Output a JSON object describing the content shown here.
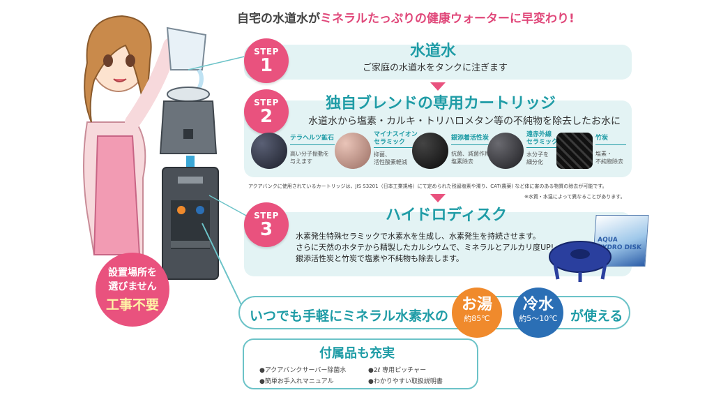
{
  "headline": {
    "prefix": "自宅の水道水が",
    "highlight": "ミネラルたっぷりの健康ウォーターに早変わり!"
  },
  "steps": [
    {
      "badge_label": "STEP",
      "badge_number": "1",
      "title": "水道水",
      "description": "ご家庭の水道水をタンクに注ぎます"
    },
    {
      "badge_label": "STEP",
      "badge_number": "2",
      "title": "独自ブレンドの専用カートリッジ",
      "description": "水道水から塩素・カルキ・トリハロメタン等の不純物を除去したお水に",
      "materials": [
        {
          "name": "テラヘルツ鉱石",
          "desc1": "高い分子振動を",
          "desc2": "与えます",
          "color": "#2b2f3d"
        },
        {
          "name": "マイナスイオン",
          "name2": "セラミック",
          "desc1": "抑菌、",
          "desc2": "活性酸素軽減",
          "color": "#c99a8e"
        },
        {
          "name": "銀添着活性炭",
          "desc1": "抗菌、減菌作用・",
          "desc2": "塩素除去",
          "color": "#1d1d1d"
        },
        {
          "name": "遠赤外線",
          "name2": "セラミックボール",
          "desc1": "水分子を",
          "desc2": "細分化",
          "color": "#3a3a3e"
        },
        {
          "name": "竹炭",
          "desc1": "塩素・",
          "desc2": "不純物除去",
          "color": "#222222"
        }
      ],
      "note": "アクアバンクに使用されているカートリッジは、JIS S3201（日本工業規格）にて定められた残留塩素や濁り、CAT(農薬) など体に害のある物質の除去が可能です。",
      "note2": "※水質・水温によって異なることがあります。"
    },
    {
      "badge_label": "STEP",
      "badge_number": "3",
      "title": "ハイドロディスク",
      "lines": [
        "水素発生特殊セラミックで水素水を生成し、水素発生を持続させます。",
        "さらに天然のホタテから精製したカルシウムで、ミネラルとアルカリ度UP!",
        "銀添活性炭と竹炭で塩素や不純物も除去します。"
      ],
      "product_box_text": "AQUA HYDRO DISK"
    }
  ],
  "install_badge": {
    "line1": "設置場所を",
    "line2": "選びません",
    "line3": "工事不要"
  },
  "bottom_bar": {
    "text_left": "いつでも手軽にミネラル水素水の",
    "hot": {
      "label": "お湯",
      "temp": "約85℃",
      "color": "#f08a2c"
    },
    "cold": {
      "label": "冷水",
      "temp": "約5〜10℃",
      "color": "#2b6fb5"
    },
    "text_right": "が使える"
  },
  "accessories": {
    "title": "付属品も充実",
    "items": [
      "●アクアバンクサーバー除菌水",
      "●2ℓ 専用ピッチャー",
      "●簡単お手入れマニュアル",
      "●わかりやすい取扱説明書"
    ]
  },
  "colors": {
    "accent_pink": "#e9527e",
    "accent_teal": "#1f9ca6",
    "panel_bg": "#e3f3f4"
  }
}
